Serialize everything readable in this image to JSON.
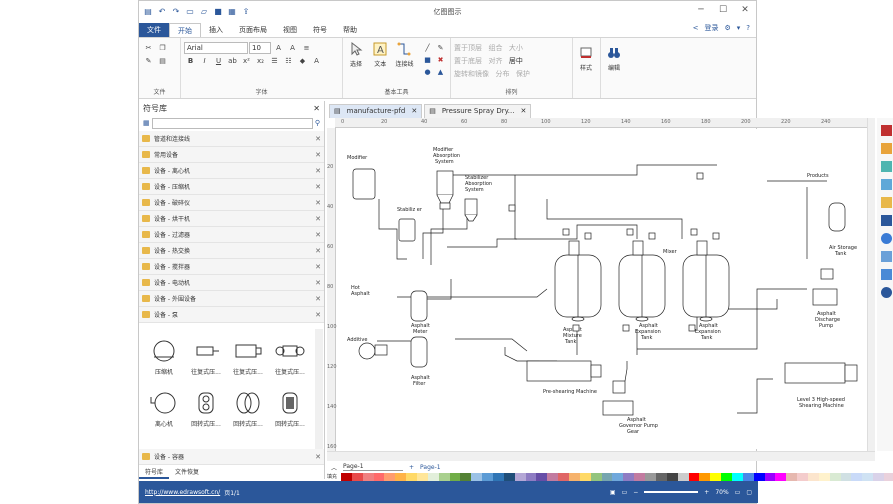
{
  "app": {
    "title": "亿图图示"
  },
  "tabs": [
    "文件",
    "开始",
    "插入",
    "页面布局",
    "视图",
    "符号",
    "帮助"
  ],
  "login": "登录",
  "ribbon": {
    "font_name": "Arial",
    "font_size": "10",
    "groups": {
      "file": "文件",
      "font": "字体",
      "tools": "基本工具",
      "arrange": "排列"
    },
    "tools": {
      "select": "选择",
      "text": "文本",
      "connector": "连接线"
    },
    "arrange": {
      "top": "置于顶层",
      "group": "组合",
      "size": "大小",
      "bottom": "置于底层",
      "align": "对齐",
      "center": "居中",
      "rotate": "旋转和镜像",
      "distribute": "分布",
      "protect": "保护"
    },
    "style": "样式",
    "edit": "编辑"
  },
  "library": {
    "title": "符号库",
    "items": [
      "管道和连接线",
      "常用设备",
      "设备 - 离心机",
      "设备 - 压缩机",
      "设备 - 破碎仪",
      "设备 - 烘干机",
      "设备 - 过滤器",
      "设备 - 热交换",
      "设备 - 搅拌器",
      "设备 - 电动机",
      "设备 - 外围设备",
      "设备 - 泵"
    ],
    "shapes": [
      "压缩机",
      "往复式压...",
      "往复式压...",
      "往复式压...",
      "离心机",
      "回转式压...",
      "回转式压...",
      "回转式压..."
    ],
    "bottom_item": "设备 - 容器",
    "bottom_tabs": [
      "符号库",
      "文件恢复"
    ]
  },
  "doc_tabs": [
    "manufacture-pfd",
    "Pressure Spray Dry..."
  ],
  "ruler_top": [
    "0",
    "20",
    "40",
    "60",
    "80",
    "100",
    "120",
    "140",
    "160",
    "180",
    "200",
    "220",
    "240"
  ],
  "ruler_left": [
    "20",
    "40",
    "60",
    "80",
    "100",
    "120",
    "140",
    "160"
  ],
  "diagram": {
    "modifier": "Modifier",
    "mod_abs": [
      "Modifier",
      "Absorption",
      "System"
    ],
    "stab_abs": [
      "Stabilizer",
      "Absorption",
      "System"
    ],
    "stabilizer": "Stabiliz\ner",
    "products": "Products",
    "air_storage": [
      "Air Storage",
      "Tank"
    ],
    "mixer": "Mixer",
    "hot_asphalt": [
      "Hot",
      "Asphalt"
    ],
    "asphalt_meter": [
      "Asphalt",
      "Meter"
    ],
    "additive": "Additive",
    "asphalt_filter": [
      "Asphalt",
      "Filter"
    ],
    "mixture_tank": [
      "Asphalt",
      "Mixture",
      "Tank"
    ],
    "exp_tank1": [
      "Asphalt",
      "Expansion",
      "Tank"
    ],
    "exp_tank2": [
      "Asphalt",
      "Expansion",
      "Tank"
    ],
    "discharge_pump": [
      "Asphalt",
      "Discharge",
      "Pump"
    ],
    "preshearing": "Pre-shearing Machine",
    "governor": [
      "Asphalt",
      "Governor Pump",
      "Gear"
    ],
    "shearing": [
      "Level 3 High-speed",
      "Shearing Machine"
    ]
  },
  "pagebar": {
    "page_sel": "Page-1",
    "page_tab": "Page-1"
  },
  "palette_label": "填充",
  "palette": [
    "#c00000",
    "#e84a4a",
    "#f08080",
    "#ff6a6a",
    "#ff9c6e",
    "#ffb347",
    "#ffd966",
    "#ffe699",
    "#e2efda",
    "#a9d08e",
    "#70ad47",
    "#548235",
    "#9bc2e6",
    "#5b9bd5",
    "#2f75b5",
    "#1f4e79",
    "#b4a7d6",
    "#8e7cc3",
    "#674ea7",
    "#c27ba0",
    "#e06666",
    "#f6b26b",
    "#ffd966",
    "#93c47d",
    "#76a5af",
    "#6fa8dc",
    "#8e7cc3",
    "#c27ba0",
    "#999999",
    "#666666",
    "#444444",
    "#cccccc",
    "#ff0000",
    "#ff9900",
    "#ffff00",
    "#00ff00",
    "#00ffff",
    "#4a86e8",
    "#0000ff",
    "#9900ff",
    "#ff00ff",
    "#e6b8af",
    "#f4cccc",
    "#fce5cd",
    "#fff2cc",
    "#d9ead3",
    "#d0e0e3",
    "#c9daf8",
    "#cfe2f3",
    "#d9d2e9",
    "#ead1dc"
  ],
  "status": {
    "url": "http://www.edrawsoft.cn/",
    "page": "页1/1",
    "zoom": "70%"
  }
}
